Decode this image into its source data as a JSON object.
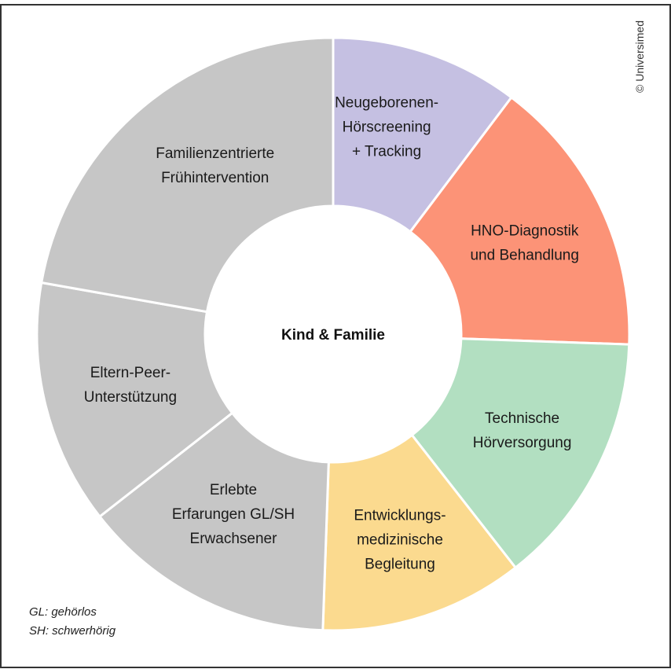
{
  "chart_data": {
    "type": "pie",
    "variant": "donut",
    "title": "",
    "center_label": "Kind & Familie",
    "unit": "degrees",
    "slices": [
      {
        "label_lines": [
          "Neugeborenen-",
          "Hörscreening",
          "+ Tracking"
        ],
        "value": 37,
        "color": "#c5c0e2"
      },
      {
        "label_lines": [
          "HNO-Diagnostik",
          "und Behandlung"
        ],
        "value": 55,
        "color": "#fc9377"
      },
      {
        "label_lines": [
          "Technische",
          "Hörversorgung"
        ],
        "value": 50,
        "color": "#b2dfc1"
      },
      {
        "label_lines": [
          "Entwicklungs-",
          "medizinische",
          "Begleitung"
        ],
        "value": 40,
        "color": "#fbda8f"
      },
      {
        "label_lines": [
          "Erlebte",
          "Erfarungen GL/SH",
          "Erwachsener"
        ],
        "value": 50,
        "color": "#c6c6c6"
      },
      {
        "label_lines": [
          "Eltern-Peer-",
          "Unterstützung"
        ],
        "value": 48,
        "color": "#c6c6c6"
      },
      {
        "label_lines": [
          "Familienzentrierte",
          "Frühintervention"
        ],
        "value": 80,
        "color": "#c6c6c6"
      }
    ]
  },
  "copyright": "© Universimed",
  "legend": {
    "lines": [
      "GL: gehörlos",
      "SH: schwerhörig"
    ]
  }
}
